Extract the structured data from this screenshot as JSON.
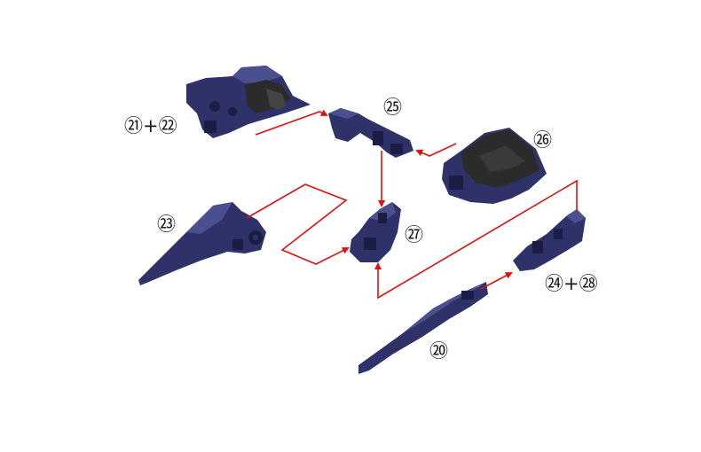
{
  "labels": {
    "part_21_22": "㉑+㉒",
    "part_25": "㉕",
    "part_26": "㉖",
    "part_23": "㉓",
    "part_27": "㉗",
    "part_24_28": "㉔+㉘",
    "part_20": "⑳"
  },
  "colors": {
    "part_fill": "#2f3268",
    "part_highlight": "#4a4f8f",
    "part_shadow": "#1c1d45",
    "insert_fill": "#2b2b2b",
    "arrow": "#e01010"
  }
}
